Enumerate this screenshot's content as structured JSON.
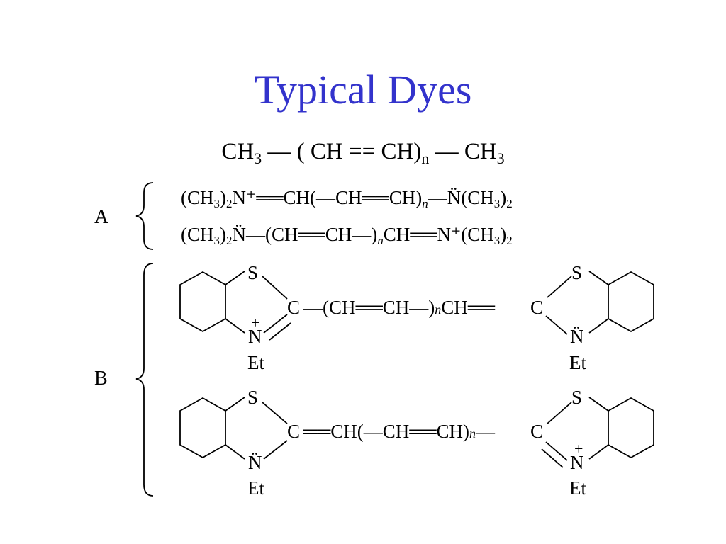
{
  "slide": {
    "title": "Typical Dyes",
    "formula": {
      "a": "CH",
      "s1": "3",
      "b": " — ( CH == CH)",
      "s2": "n",
      "c": " — CH",
      "s3": "3"
    }
  },
  "section_a": {
    "label": "A",
    "line1": {
      "p1": "(CH",
      "s1": "3",
      "p2": ")",
      "s2": "2",
      "p3": "N⁺══CH(—CH══CH)",
      "n": "n",
      "p4": "—N̈(CH",
      "s3": "3",
      "p5": ")",
      "s4": "2"
    },
    "line2": {
      "p1": "(CH",
      "s1": "3",
      "p2": ")",
      "s2": "2",
      "p3": "N̈—(CH══CH—)",
      "n": "n",
      "p4": "CH══N⁺(CH",
      "s3": "3",
      "p5": ")",
      "s4": "2"
    }
  },
  "section_b": {
    "label": "B",
    "s": "S",
    "c": "C",
    "n_atom": "N",
    "n_lone": "N̈",
    "plus": "+",
    "et": "Et",
    "chain1": {
      "p1": "—(CH══CH—)",
      "n": "n",
      "p2": "CH══"
    },
    "chain2": {
      "p1": "══CH(—CH══CH)",
      "n": "n",
      "p2": "—"
    }
  }
}
